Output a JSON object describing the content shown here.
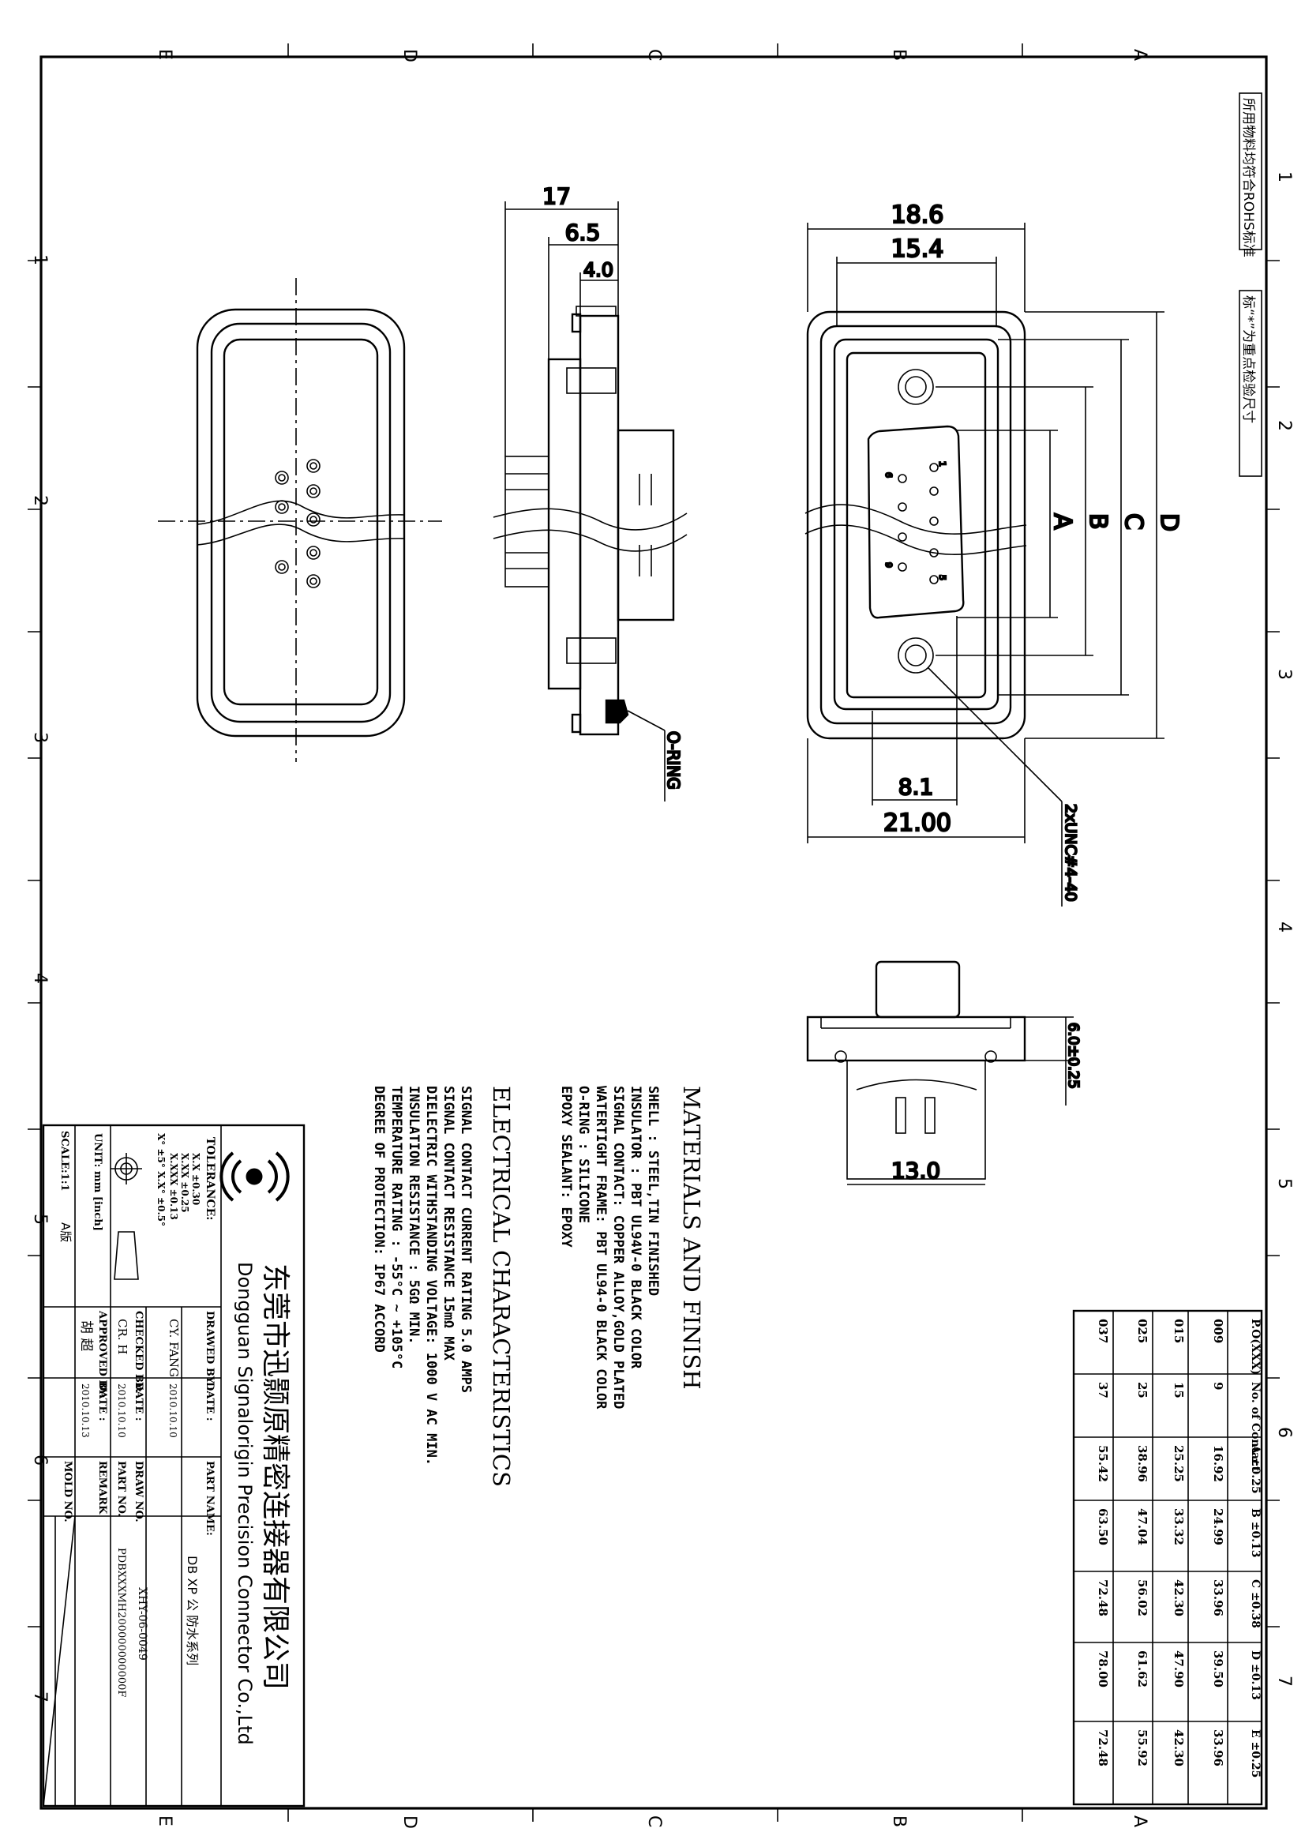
{
  "border": {
    "cols": [
      "E",
      "D",
      "C",
      "B",
      "A"
    ],
    "rows": [
      "1",
      "2",
      "3",
      "4",
      "5",
      "6",
      "7"
    ]
  },
  "notes": {
    "rohs": "所用物料均符合ROHS标准",
    "key_dims": "标“*”为重点检验尺寸"
  },
  "dims": {
    "d17": "17",
    "d6_5": "6.5",
    "d4_0": "4.0",
    "d18_6": "18.6",
    "d15_4": "15.4",
    "d8_1": "8.1",
    "d21": "21.00",
    "d13": "13.0",
    "d6_0": "6.0±0.25",
    "oring": "O-RING",
    "unc": "2xUNC#4-40",
    "A": "A",
    "B": "B",
    "C": "C",
    "D": "D",
    "pin1": "1",
    "pin5": "5",
    "pin6": "6",
    "pin9": "9"
  },
  "materials": {
    "title": "MATERIALS AND FINISH",
    "lines": [
      "SHELL : STEEL,TIN FINISHED",
      "INSULATOR : PBT UL94V-0 BLACK COLOR",
      "SIGHAL CONTACT: COPPER ALLOY,GOLD PLATED",
      "WATERTIGHT FRAME: PBT UL94-0 BLACK COLOR",
      "O-RING : SILICONE",
      "EPOXY SEALANT: EPOXY"
    ]
  },
  "electrical": {
    "title": "ELECTRICAL CHARACTERISTICS",
    "lines": [
      "SIGNAL CONTACT CURRENT RATING 5.0 AMPS",
      "SIGNAL CONTACT RESISTANCE 15mΩ MAX",
      "DIELECTRIC WITHSTANDING VOLTAGE: 1000 V AC MIN.",
      "INSULATION RESISTANCE : 5GΩ MIN.",
      "TEMPERATURE RATING : -55°C ~ +105°C",
      "DEGREE OF PROTECTION: IP67 ACCORD"
    ]
  },
  "table": {
    "headers": [
      "P.O(XXX)",
      "No. of Contact",
      "A ±0.25",
      "B ±0.13",
      "C ±0.38",
      "D ±0.13",
      "E ±0.25"
    ],
    "rows": [
      [
        "009",
        "9",
        "16.92",
        "24.99",
        "33.96",
        "39.50",
        "33.96"
      ],
      [
        "015",
        "15",
        "25.25",
        "33.32",
        "42.30",
        "47.90",
        "42.30"
      ],
      [
        "025",
        "25",
        "38.96",
        "47.04",
        "56.02",
        "61.62",
        "55.92"
      ],
      [
        "037",
        "37",
        "55.42",
        "63.50",
        "72.48",
        "78.00",
        "72.48"
      ]
    ]
  },
  "title_block": {
    "company_cn": "东莞市迅颢原精密连接器有限公司",
    "company_en": "Dongguan Signalorigin Precision Connector Co.,Ltd",
    "tolerance_label": "TOLERANCE:",
    "tol_xx": "X.X   ±0.30",
    "tol_xxx": "X.XX  ±0.25",
    "tol_xxxx": "X.XXX ±0.13",
    "tol_ang": "X°  ±5°    X.X° ±0.5°",
    "unit": "UNIT: mm [inch]",
    "scale": "SCALE:1:1",
    "sheet_size": "A版",
    "drawed_by_label": "DRAWED BY :",
    "drawed_by": "CY. FANG",
    "checked_by_label": "CHECKED BY:",
    "checked_by": "CR. H",
    "approved_by_label": "APPROVED BY:",
    "approved_by": "胡  超",
    "date_label": "DATE :",
    "date1": "2010.10.10",
    "date2": "2010.10.10",
    "date3": "2010.10.13",
    "part_name_label": "PART NAME:",
    "part_name": "DB XP 公 防水系列",
    "draw_no_label": "DRAW NO.",
    "draw_no": "XHY-06-0049",
    "part_no_label": "PART NO.",
    "part_no": "PDBXXXMH200000000000F",
    "remark_label": "REMARK",
    "mold_no_label": "MOLD NO."
  }
}
